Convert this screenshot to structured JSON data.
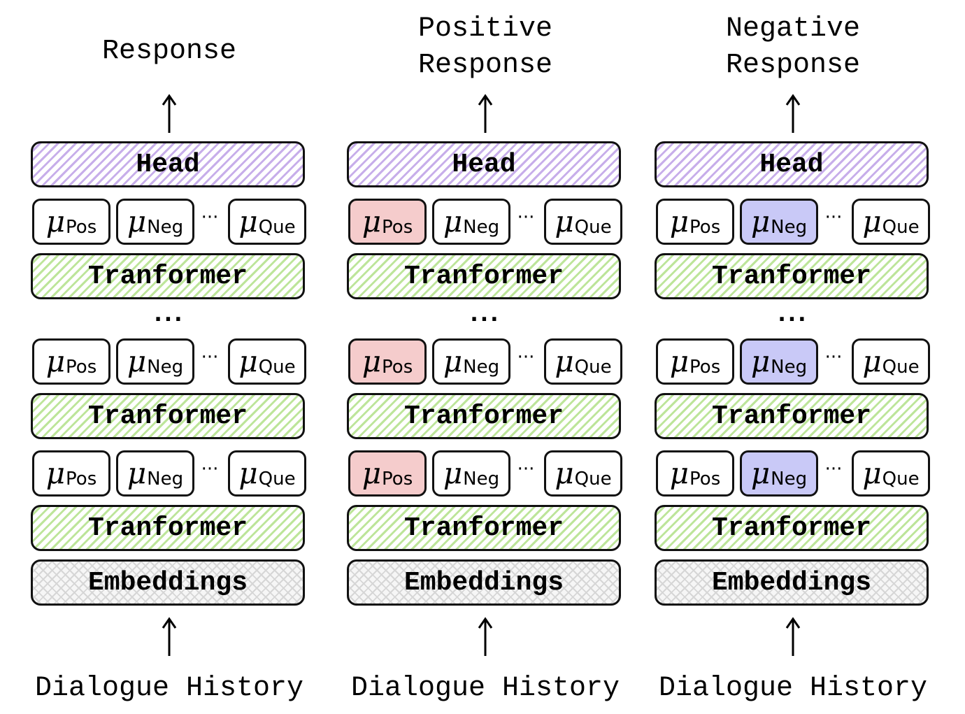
{
  "columns": [
    {
      "title": "Response",
      "head_label": "Head",
      "transformer_label": "Tranformer",
      "embeddings_label": "Embeddings",
      "input_label": "Dialogue History",
      "ellipsis": "...",
      "adapters": {
        "mu": "μ",
        "pos": "Pos",
        "neg": "Neg",
        "que": "Que",
        "dots": "···"
      },
      "active_adapter": "none"
    },
    {
      "title": "Positive\nResponse",
      "head_label": "Head",
      "transformer_label": "Tranformer",
      "embeddings_label": "Embeddings",
      "input_label": "Dialogue History",
      "ellipsis": "...",
      "adapters": {
        "mu": "μ",
        "pos": "Pos",
        "neg": "Neg",
        "que": "Que",
        "dots": "···"
      },
      "active_adapter": "pos"
    },
    {
      "title": "Negative\nResponse",
      "head_label": "Head",
      "transformer_label": "Tranformer",
      "embeddings_label": "Embeddings",
      "input_label": "Dialogue History",
      "ellipsis": "...",
      "adapters": {
        "mu": "μ",
        "pos": "Pos",
        "neg": "Neg",
        "que": "Que",
        "dots": "···"
      },
      "active_adapter": "neg"
    }
  ],
  "colors": {
    "head_hatch": "#c7aeea",
    "transformer_hatch": "#bde59a",
    "embeddings_hatch": "#d6d6d6",
    "pos_active_fill": "#f5cccc",
    "neg_active_fill": "#c9c9f7"
  }
}
